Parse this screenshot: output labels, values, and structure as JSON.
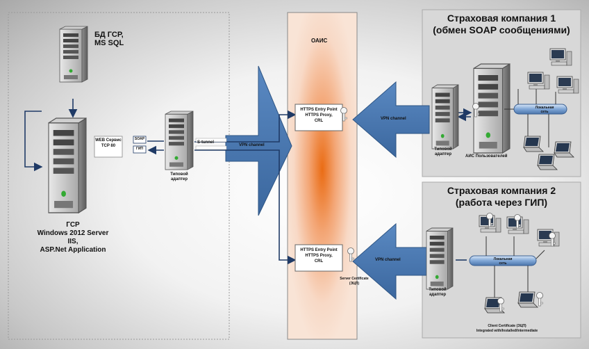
{
  "db_server": {
    "line1": "БД ГСР,",
    "line2": "MS SQL"
  },
  "main_server": {
    "line1": "ГСР",
    "line2": "Windows 2012 Server",
    "line3": "IIS,",
    "line4": "ASP.Net Application"
  },
  "web_service": {
    "line1": "WEB Сервис",
    "line2": "TCP 80",
    "port_soap": "SOAP",
    "port_gip": "ГИП"
  },
  "adapter_left": {
    "label1": "Типовой",
    "label2": "адаптер",
    "tunnel": "S-tunnel"
  },
  "oais": {
    "title": "ОАИС"
  },
  "proxy_top": {
    "line1": "HTTPS Entry Point",
    "line2": "HTTPS Proxy,",
    "line3": "CRL"
  },
  "proxy_bottom": {
    "line1": "HTTPS Entry Point",
    "line2": "HTTPS Proxy,",
    "line3": "CRL"
  },
  "vpn": {
    "left": "VPN channel",
    "top_right": "VPN channel",
    "bottom_right": "VPN channel"
  },
  "server_cert": {
    "line1": "Server Certificate",
    "line2": "(ЭЦП)"
  },
  "company1": {
    "title1": "Страховая компания 1",
    "title2": "(обмен SOAP сообщениями)",
    "adapter1": "Типовой",
    "adapter2": "адаптер",
    "ais": "АИС Пользователей",
    "network1": "Локальная",
    "network2": "сеть"
  },
  "company2": {
    "title1": "Страховая компания 2",
    "title2": "(работа через ГИП)",
    "adapter1": "Типовой",
    "adapter2": "адаптер",
    "network1": "Локальная",
    "network2": "сеть",
    "client_cert": "Client Certificate (ЭЦП)",
    "client_cert2": "Integrated with/Installed/Intermediate"
  },
  "colors": {
    "arrow": "#4a78b0",
    "arrow_dark": "#2e5584",
    "panel": "#dcdcdc",
    "oais_band": "#f4c6a8",
    "oais_core": "#ec7a2a"
  }
}
